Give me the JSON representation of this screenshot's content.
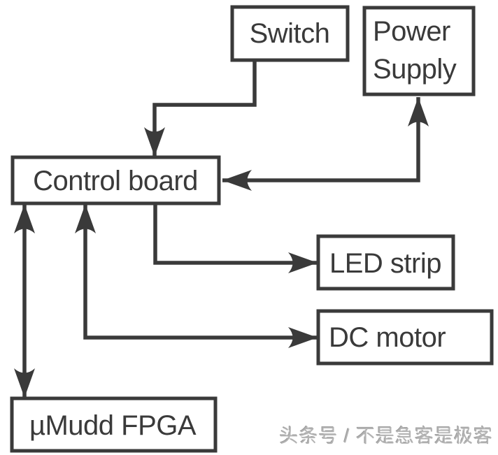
{
  "diagram": {
    "title_implicit": "Hardware block diagram",
    "nodes": {
      "switch": {
        "label": "Switch"
      },
      "power_supply": {
        "line1": "Power",
        "line2": "Supply"
      },
      "control_board": {
        "label": "Control board"
      },
      "led_strip": {
        "label": "LED strip"
      },
      "dc_motor": {
        "label": "DC motor"
      },
      "fpga": {
        "label": "µMudd FPGA"
      }
    },
    "edges": [
      {
        "from": "Switch",
        "to": "Control board",
        "arrowheads": "one-way",
        "arrow_into": "Control board"
      },
      {
        "from": "Control board",
        "to": "Power Supply",
        "arrowheads": "two-way",
        "arrow_into": "both"
      },
      {
        "from": "Control board",
        "to": "LED strip",
        "arrowheads": "one-way",
        "arrow_into": "LED strip"
      },
      {
        "from": "Control board",
        "to": "DC motor",
        "arrowheads": "two-way",
        "arrow_into": "both"
      },
      {
        "from": "Control board",
        "to": "µMudd FPGA",
        "arrowheads": "two-way",
        "arrow_into": "both"
      }
    ],
    "colors": {
      "line": "#3a3a3a",
      "box_fill": "#ffffff",
      "text": "#3a3a3a",
      "background": "#ffffff",
      "watermark": "#b3b3b3"
    }
  },
  "watermark": {
    "text": "头条号 / 不是急客是极客"
  }
}
